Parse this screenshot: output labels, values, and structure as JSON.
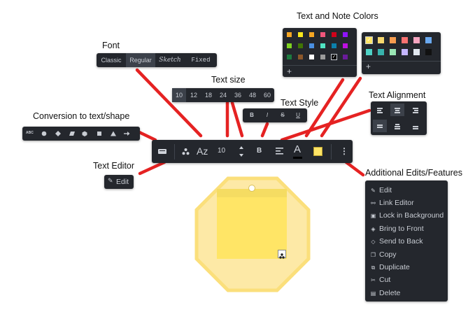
{
  "annotations": {
    "font": "Font",
    "text_size": "Text size",
    "text_style": "Text Style",
    "text_note_colors": "Text and Note Colors",
    "text_alignment": "Text Alignment",
    "conversion": "Conversion to text/shape",
    "text_editor": "Text Editor",
    "additional": "Additional Edits/Features"
  },
  "font_selector": {
    "options": [
      "Classic",
      "Regular",
      "Sketch",
      "Fixed"
    ],
    "selected": "Regular"
  },
  "text_size_selector": {
    "options": [
      "10",
      "12",
      "18",
      "24",
      "36",
      "48",
      "60"
    ],
    "selected": "10"
  },
  "text_style_selector": {
    "options": [
      "B",
      "I",
      "S",
      "U"
    ]
  },
  "text_colors_panel": {
    "colors": [
      "#f5a623",
      "#f8e71c",
      "#f5a623",
      "#f0567b",
      "#d0021b",
      "#9013fe",
      "#7ed321",
      "#417505",
      "#4a90e2",
      "#50e3c2",
      "#0b7fab",
      "#bd10e0",
      "#1b7a3e",
      "#8b572a",
      "#ffffff",
      "#9b9b9b",
      "#000000",
      "#6a1b9a"
    ],
    "add_label": "+"
  },
  "note_colors_panel": {
    "colors": [
      "#ffe566",
      "#f5d76e",
      "#f79c4f",
      "#f87171",
      "#f6a5c0",
      "#6aa9f0",
      "#4fd1c5",
      "#38b2ac",
      "#9ae6b4",
      "#c4b5fd",
      "#e2e8f0",
      "#111111"
    ],
    "add_label": "+"
  },
  "conversion_toolbar": {
    "text_label": "ABC",
    "shapes": [
      "circle",
      "diamond",
      "parallelogram",
      "hexagon",
      "square",
      "triangle",
      "arrow"
    ]
  },
  "main_toolbar": {
    "font_label": "Az",
    "size_value": "10",
    "bold_label": "B",
    "text_color_label": "A",
    "note_color": "#ffe566",
    "more_label": "⋮"
  },
  "text_editor": {
    "label": "Edit"
  },
  "context_menu": {
    "items": [
      {
        "icon": "pencil-icon",
        "glyph": "✎",
        "label": "Edit"
      },
      {
        "icon": "link-icon",
        "glyph": "⚯",
        "label": "Link Editor"
      },
      {
        "icon": "lock-icon",
        "glyph": "▣",
        "label": "Lock in Background"
      },
      {
        "icon": "bring-front-icon",
        "glyph": "◈",
        "label": "Bring to Front"
      },
      {
        "icon": "send-back-icon",
        "glyph": "◇",
        "label": "Send to Back"
      },
      {
        "icon": "copy-icon",
        "glyph": "❐",
        "label": "Copy"
      },
      {
        "icon": "duplicate-icon",
        "glyph": "⧉",
        "label": "Duplicate"
      },
      {
        "icon": "cut-icon",
        "glyph": "✂",
        "label": "Cut"
      },
      {
        "icon": "trash-icon",
        "glyph": "▤",
        "label": "Delete"
      }
    ]
  },
  "sticky_note": {
    "color": "#ffe566",
    "frame_color": "#fde9a6"
  }
}
